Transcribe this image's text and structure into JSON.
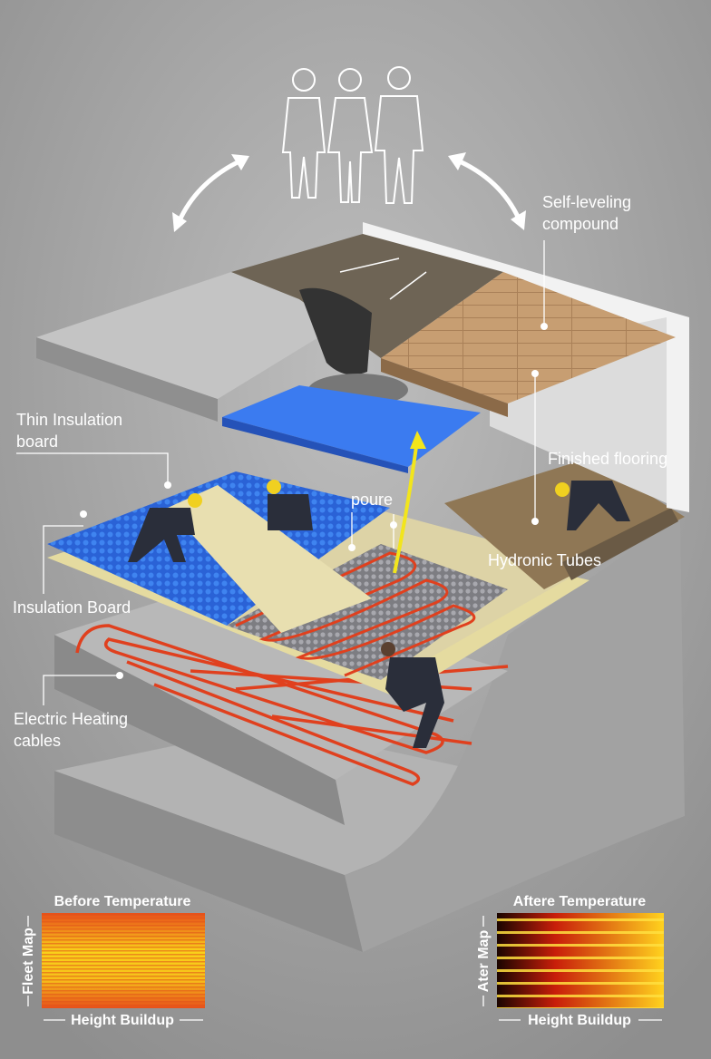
{
  "labels": {
    "self_leveling_line1": "Self-leveling",
    "self_leveling_line2": "compound",
    "thin_insulation_line1": "Thin Insulation",
    "thin_insulation_line2": "board",
    "finished_flooring": "Finished flooring",
    "poure": "poure",
    "hydronic_tubes": "Hydronic Tubes",
    "insulation_board": "Insulation Board",
    "electric_heating_line1": "Electric Heating",
    "electric_heating_line2": "cables"
  },
  "heatmaps": {
    "before": {
      "title": "Before Temperature",
      "y_label": "Fleet Map",
      "x_label": "Height Buildup",
      "colors": [
        "#e8501a",
        "#f9d21a"
      ]
    },
    "after": {
      "title": "Aftere Temperature",
      "y_label": "Ater Map",
      "x_label": "Height Buildup",
      "colors": [
        "#1a0500",
        "#c81e0a",
        "#ffd21e"
      ]
    }
  },
  "colors": {
    "background": "#a4a4a4",
    "insulation_blue": "#2f6fe0",
    "heating_red": "#e0401e",
    "arrow_yellow": "#f2e51c"
  }
}
